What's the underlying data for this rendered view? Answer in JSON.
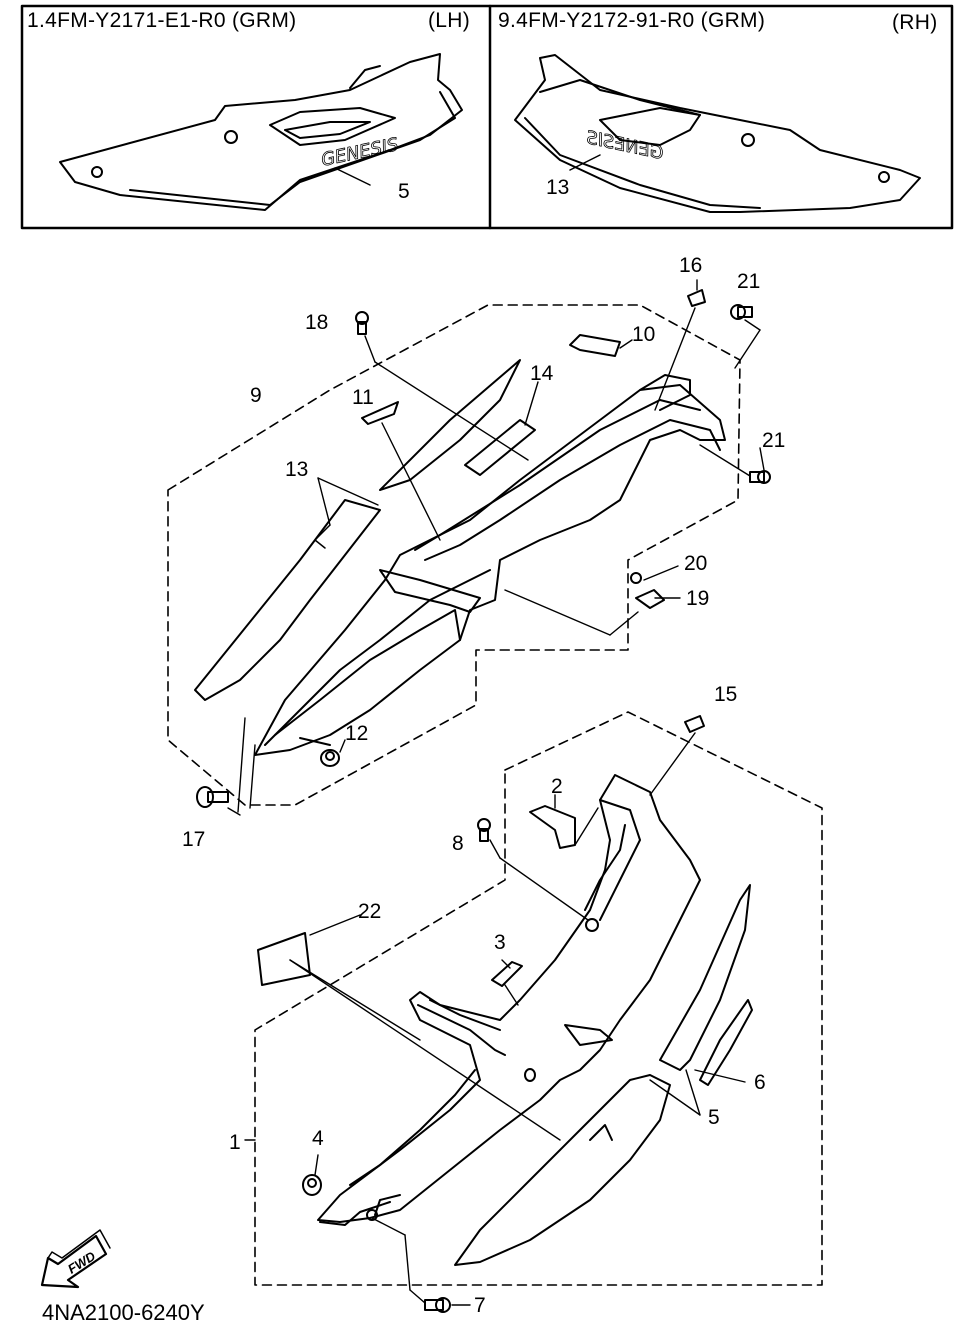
{
  "panels": [
    {
      "part": "1.4FM-Y2171-E1-R0 (GRM)",
      "side": "(LH)",
      "callout": "5"
    },
    {
      "part": "9.4FM-Y2172-91-R0 (GRM)",
      "side": "(RH)",
      "callout": "13"
    }
  ],
  "decal_text": "GENESIS",
  "callouts": [
    "1",
    "2",
    "3",
    "4",
    "5",
    "6",
    "7",
    "8",
    "9",
    "10",
    "11",
    "12",
    "13",
    "14",
    "15",
    "16",
    "17",
    "18",
    "19",
    "20",
    "21",
    "21",
    "22"
  ],
  "fwd_label": "FWD",
  "drawing_code": "4NA2100-6240Y"
}
